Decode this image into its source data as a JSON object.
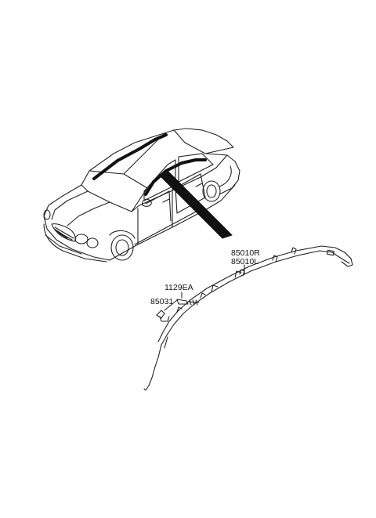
{
  "parts": {
    "curtain_airbag_right": "85010R",
    "curtain_airbag_left": "85010L",
    "bolt": "1129EA",
    "clip": "85031"
  }
}
